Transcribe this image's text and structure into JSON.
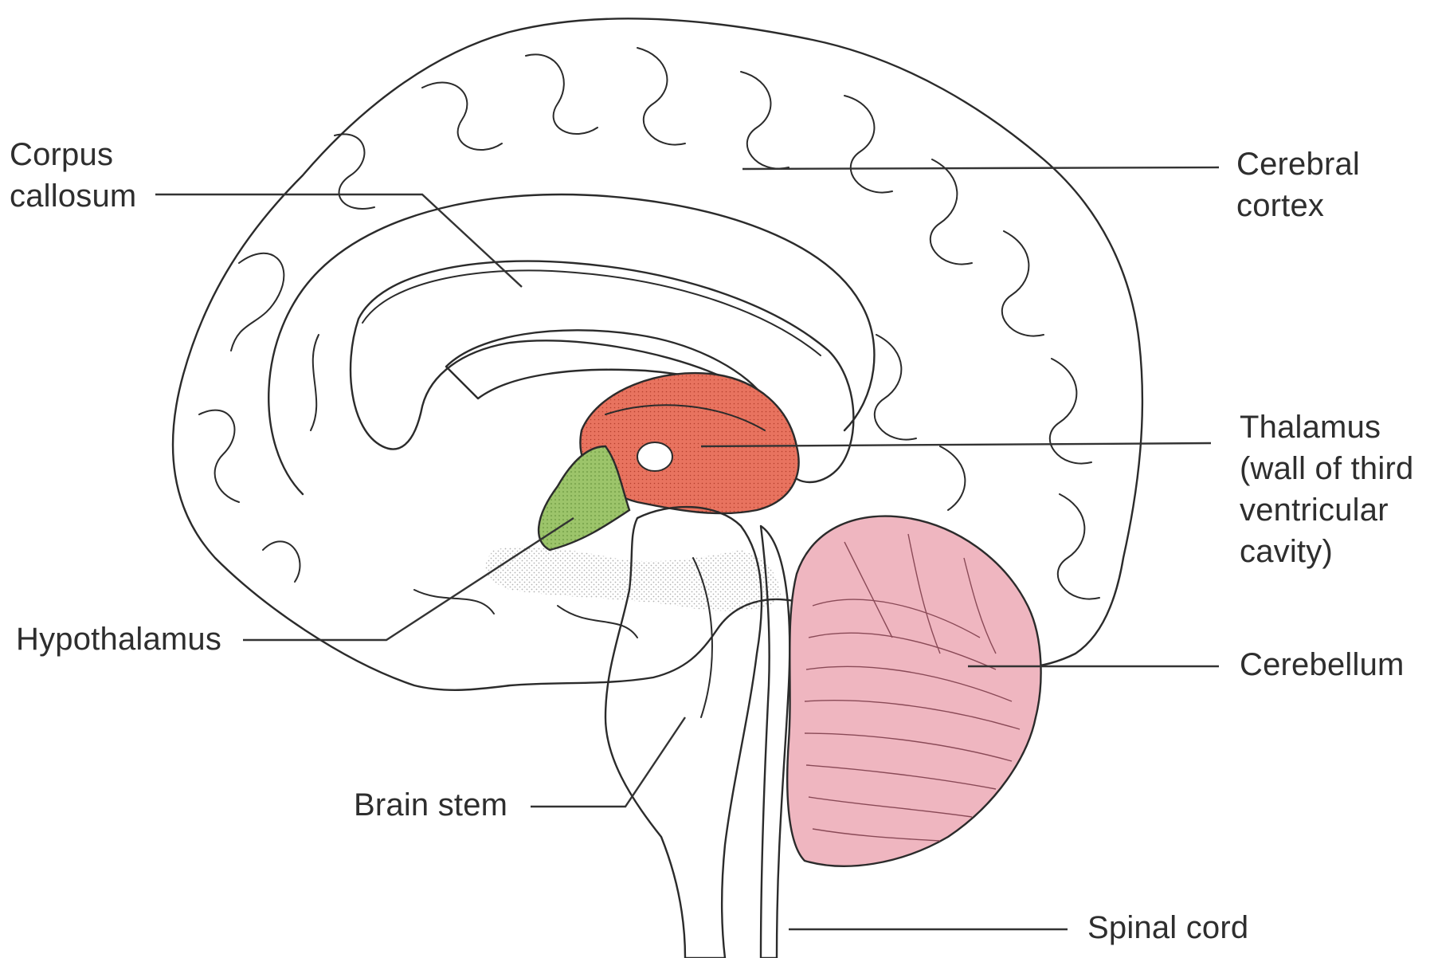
{
  "labels": {
    "corpus_callosum": [
      "Corpus",
      "callosum"
    ],
    "cerebral_cortex": [
      "Cerebral",
      "cortex"
    ],
    "thalamus": [
      "Thalamus",
      "(wall of third",
      "ventricular",
      "cavity)"
    ],
    "hypothalamus": [
      "Hypothalamus"
    ],
    "cerebellum": [
      "Cerebellum"
    ],
    "brain_stem": [
      "Brain stem"
    ],
    "spinal_cord": [
      "Spinal cord"
    ]
  },
  "colors": {
    "thalamus": "#e8735f",
    "hypothalamus": "#9cc46a",
    "cerebellum": "#efb6c0",
    "outline": "#2b2b2b",
    "label_text": "#2e2e2e"
  }
}
